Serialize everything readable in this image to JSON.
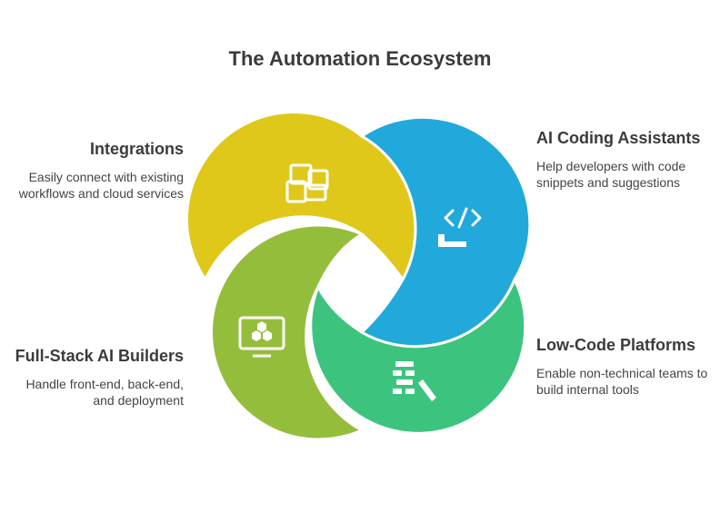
{
  "title": "The Automation Ecosystem",
  "items": [
    {
      "heading": "Integrations",
      "description": "Easily connect with existing workflows and cloud services",
      "color": "#dfc81a",
      "icon": "puzzle-icon"
    },
    {
      "heading": "AI Coding Assistants",
      "description": "Help developers with code snippets and suggestions",
      "color": "#22a9db",
      "icon": "code-icon"
    },
    {
      "heading": "Full-Stack AI Builders",
      "description": "Handle front-end, back-end, and deployment",
      "color": "#95bd3c",
      "icon": "monitor-blocks-icon"
    },
    {
      "heading": "Low-Code Platforms",
      "description": "Enable non-technical teams to build internal tools",
      "color": "#3cc47f",
      "icon": "building-blocks-icon"
    }
  ]
}
